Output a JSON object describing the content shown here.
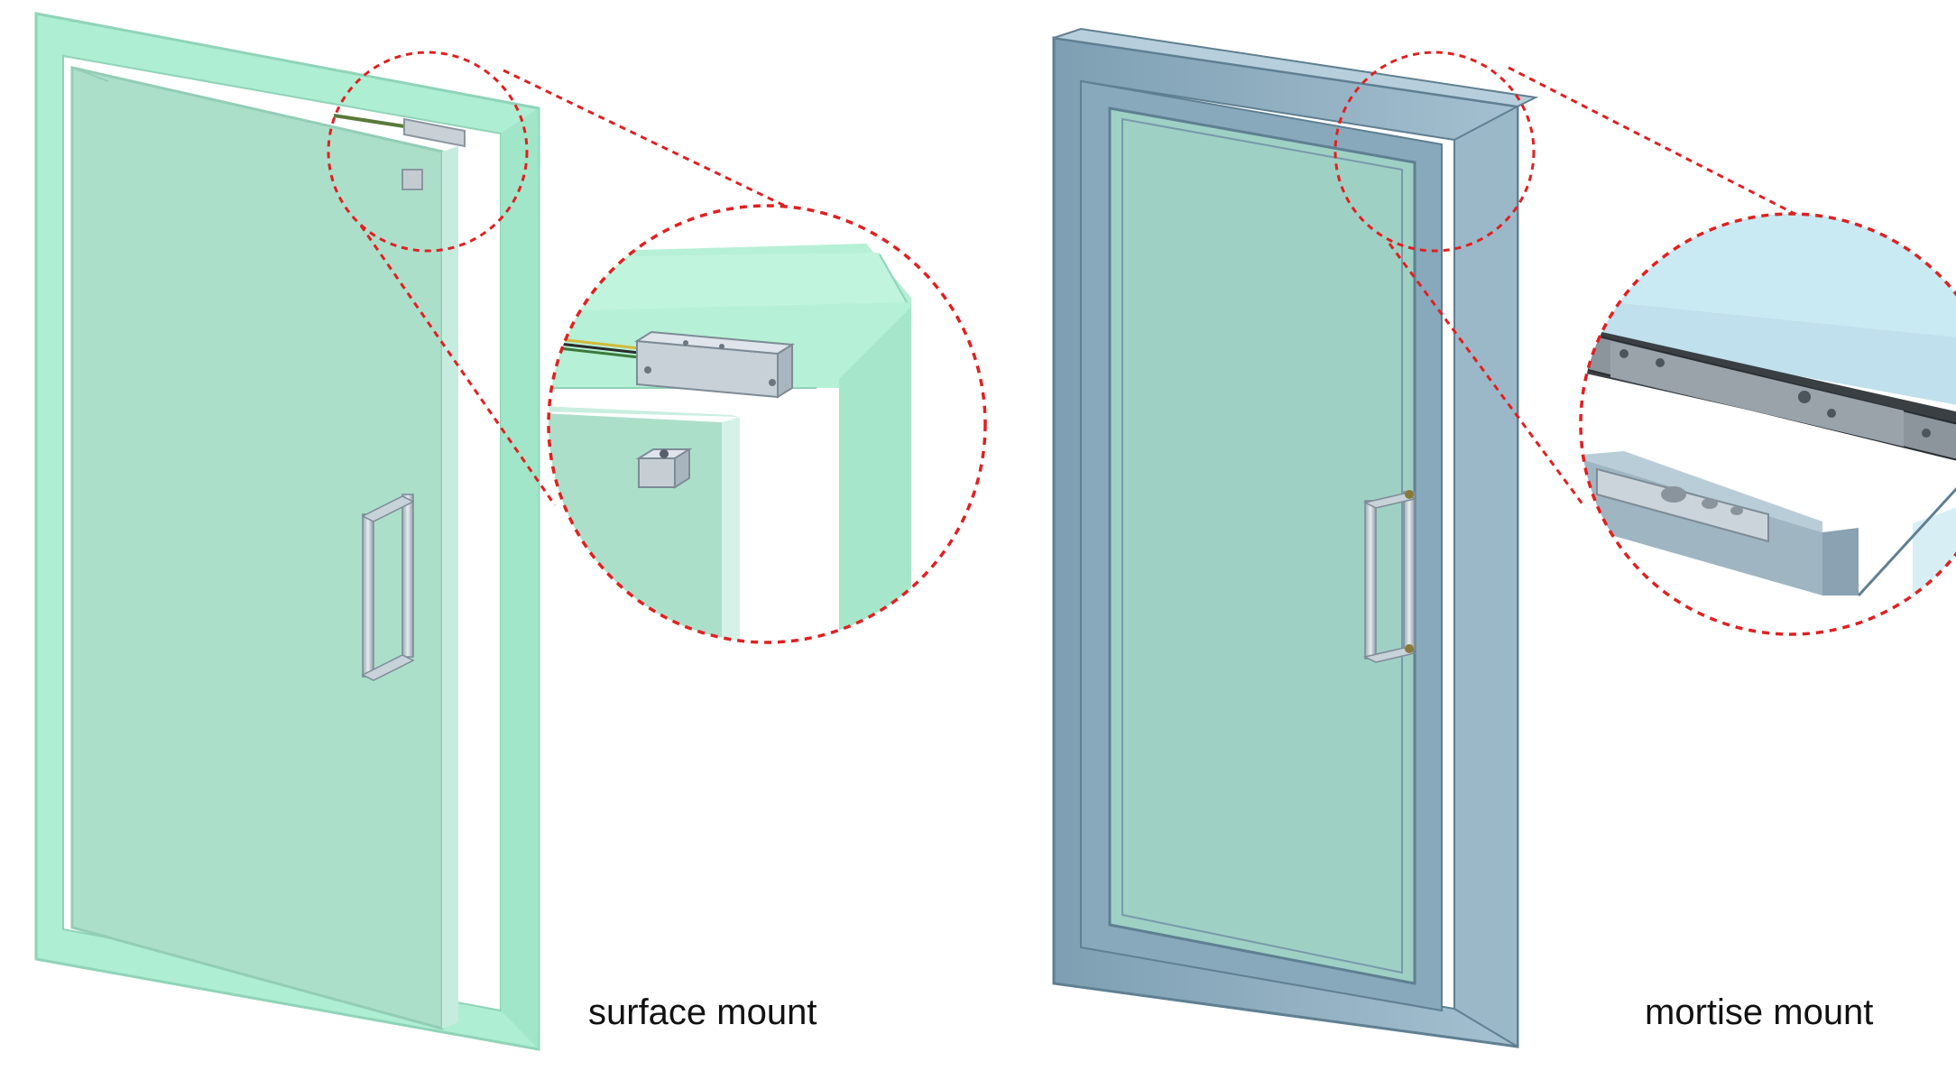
{
  "captions": {
    "left": "surface mount",
    "right": "mortise mount"
  },
  "colors": {
    "glass_frame": "#a8ecd0",
    "glass_door": "#a9dec8",
    "steel_frame": "#8fb1c4",
    "steel_dark": "#6f93a8",
    "inner_glass": "#9ed1c4",
    "callout_line": "#e02020",
    "hardware": "#c5ccd2",
    "magnet_plate": "#3a3f44"
  },
  "icons": {
    "surface_lock": "rectangular-block-magnet",
    "armature": "armature-plate",
    "mortise_lock": "recessed-magnet-plate",
    "handle": "pull-handle"
  }
}
